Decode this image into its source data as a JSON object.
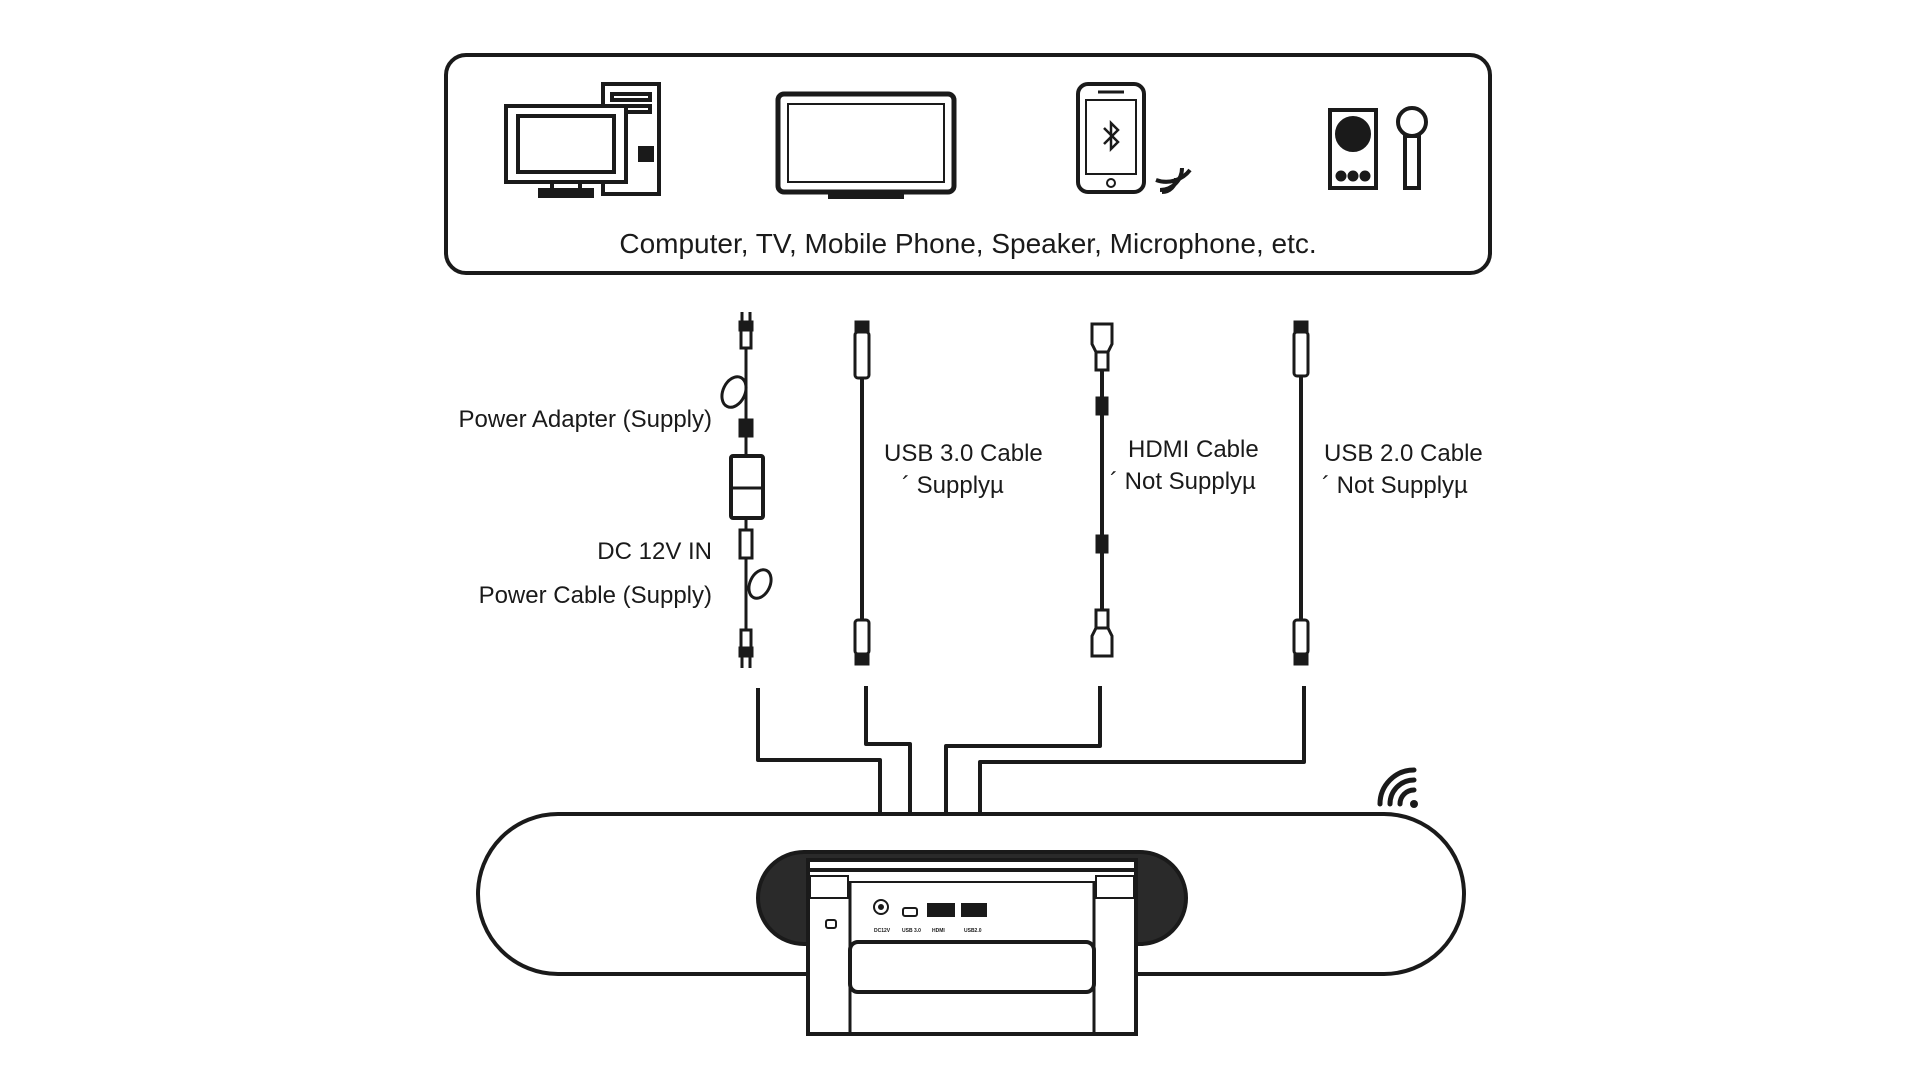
{
  "devices": {
    "caption": "Computer, TV, Mobile Phone, Speaker, Microphone, etc.",
    "icons": [
      "desktop-computer-icon",
      "tv-icon",
      "bluetooth-phone-icon",
      "speaker-icon",
      "microphone-icon"
    ]
  },
  "cables": {
    "power_adapter": "Power Adapter (Supply)",
    "dc_in": "DC 12V IN",
    "power_cable": "Power Cable (Supply)",
    "usb3": {
      "line1": "USB 3.0 Cable",
      "line2": "´  Supplyµ"
    },
    "hdmi": {
      "line1": "HDMI Cable",
      "line2": "´  Not Supplyµ"
    },
    "usb2": {
      "line1": "USB 2.0 Cable",
      "line2": "´  Not Supplyµ"
    }
  },
  "ports": {
    "dc": "DC12V",
    "usb3": "USB 3.0",
    "hdmi": "HDMI",
    "usb2": "USB2.0"
  },
  "colors": {
    "ink": "#1a1a1a",
    "background": "#ffffff"
  }
}
